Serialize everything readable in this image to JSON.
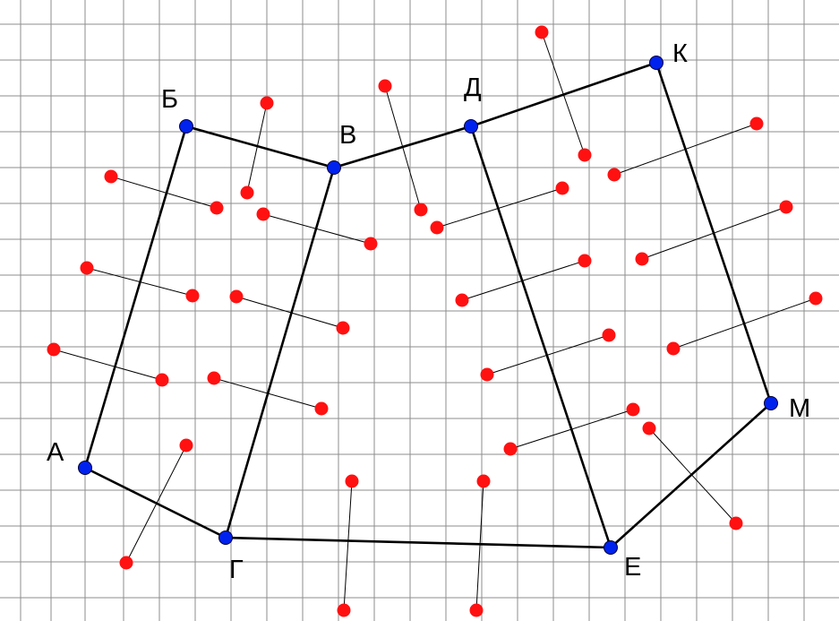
{
  "colors": {
    "background": "#ffffff",
    "grid": "#8e8e8e",
    "frame": "#000000",
    "vertex": "#0022ee",
    "point": "#ff1111",
    "segment": "#000000"
  },
  "vertices": [
    {
      "id": "A",
      "label": "А"
    },
    {
      "id": "B",
      "label": "Б"
    },
    {
      "id": "V",
      "label": "В"
    },
    {
      "id": "G",
      "label": "Г"
    },
    {
      "id": "D",
      "label": "Д"
    },
    {
      "id": "K",
      "label": "К"
    },
    {
      "id": "M",
      "label": "М"
    },
    {
      "id": "E",
      "label": "Е"
    }
  ],
  "edges": [
    [
      "A",
      "B"
    ],
    [
      "B",
      "V"
    ],
    [
      "V",
      "G"
    ],
    [
      "G",
      "A"
    ],
    [
      "V",
      "D"
    ],
    [
      "D",
      "K"
    ],
    [
      "K",
      "M"
    ],
    [
      "M",
      "E"
    ],
    [
      "E",
      "D"
    ],
    [
      "E",
      "G"
    ]
  ]
}
